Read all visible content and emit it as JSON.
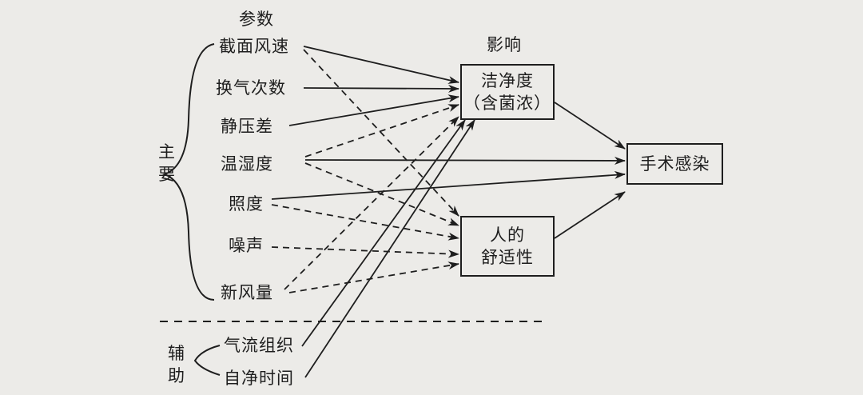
{
  "header_params": "参数",
  "header_influence": "影响",
  "group_main": [
    "主",
    "要"
  ],
  "group_aux": [
    "辅",
    "助"
  ],
  "main_params": [
    "截面风速",
    "换气次数",
    "静压差",
    "温湿度",
    "照度",
    "噪声",
    "新风量"
  ],
  "aux_params": [
    "气流组织",
    "自净时间"
  ],
  "box_clean": [
    "洁净度",
    "（含菌浓）"
  ],
  "box_comfort": [
    "人的",
    "舒适性"
  ],
  "box_infection": "手术感染",
  "line_styles": {
    "solid": "solid",
    "dashed": "dashed"
  },
  "colors": {
    "background": "#ecebe8",
    "ink": "#1e1e1e"
  }
}
